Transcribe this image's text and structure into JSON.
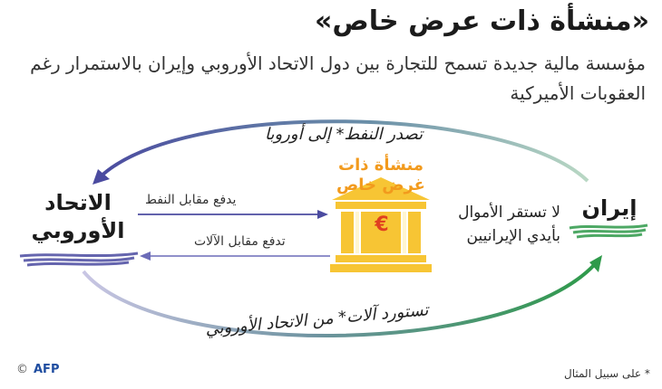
{
  "title": "«منشأة ذات عرض خاص»",
  "subtitle": "مؤسسة مالية جديدة تسمح للتجارة بين دول الاتحاد الأوروبي وإيران بالاستمرار رغم العقوبات الأميركية",
  "top_arrow_label": "تصدر النفط* إلى أوروبا",
  "bottom_arrow_label": "تستورد آلات* من الاتحاد الأوروبي",
  "eu_label_line1": "الاتحاد",
  "eu_label_line2": "الأوروبي",
  "iran_label": "إيران",
  "bank_title_line1": "منشأة ذات",
  "bank_title_line2": "غرض خاص",
  "bank_symbol": "€",
  "flow_to_bank": "يدفع مقابل النفط",
  "flow_to_eu": "تدفع مقابل الآلات",
  "iran_note_line1": "لا تستقر الأموال",
  "iran_note_line2": "بأيدي الإيرانيين",
  "footnote": "* على سبيل المثال",
  "logo_text": "AFP",
  "logo_copyright": "©",
  "colors": {
    "eu_arrow": "#4b4ba0",
    "iran_arrow": "#2e9a4a",
    "bank": "#f7c534",
    "bank_title": "#f29a1d",
    "euro": "#e04020"
  }
}
